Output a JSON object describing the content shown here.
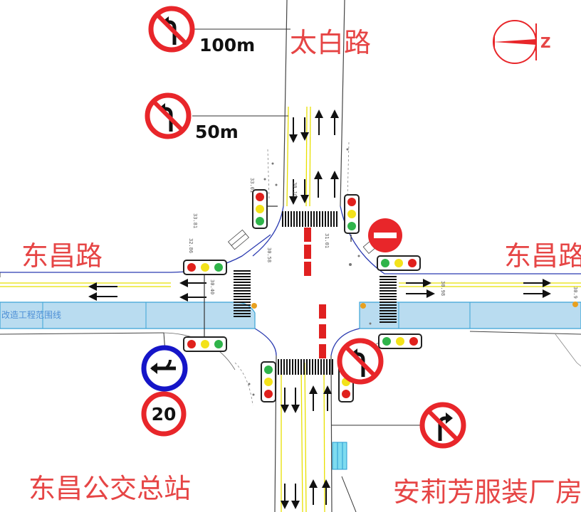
{
  "roads": {
    "north": "太白路",
    "west": "东昌路",
    "east": "东昌路"
  },
  "places": {
    "bus_station": "东昌公交总站",
    "factory": "安莉芳服装厂房"
  },
  "signs": {
    "no_left_far_distance": "100m",
    "no_left_near_distance": "50m",
    "speed_limit": "20",
    "compass_letter": "Z"
  },
  "band_text": "改造工程范围线",
  "elevations": [
    "33.01",
    "33.81",
    "32.86",
    "30.40",
    "30.58",
    "31.01",
    "30.10",
    "30.98",
    "30.9"
  ],
  "colors": {
    "sign_red": "#e8262a",
    "label_red": "#e64545",
    "band_blue": "#b9dcf0",
    "band_edge": "#3ba3d6",
    "road_edge": "#2a3ab0",
    "lane_yellow": "#e8e000",
    "signal_red": "#e0201c",
    "signal_yellow": "#f3e21a",
    "signal_green": "#2fb44a"
  },
  "icons": [
    "no-left-turn-sign",
    "no-entry-sign",
    "keep-right-sign",
    "speed-limit-sign",
    "compass-icon",
    "traffic-signal"
  ]
}
